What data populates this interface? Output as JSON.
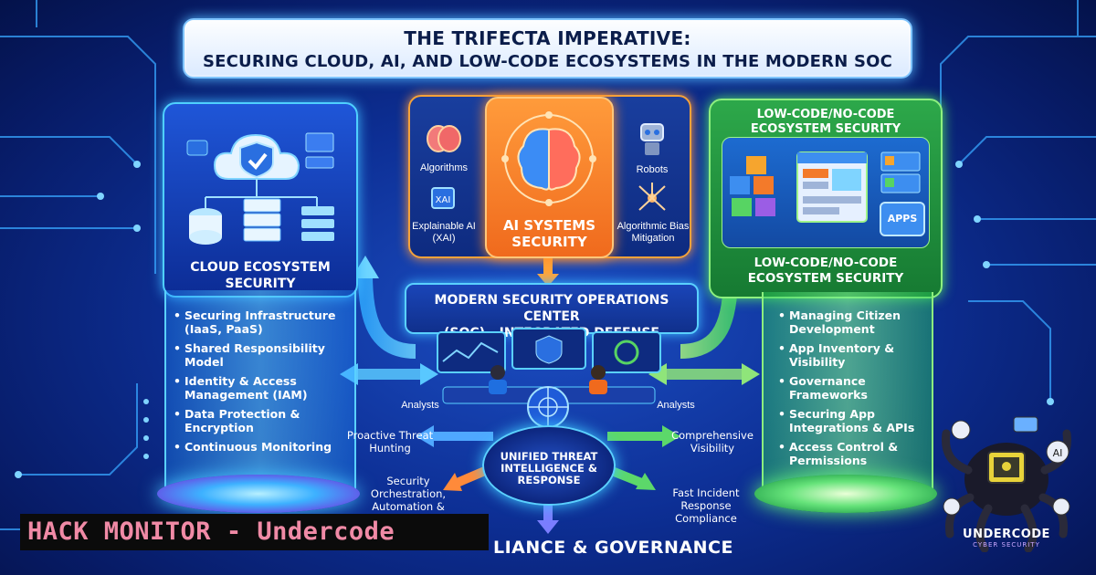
{
  "title": {
    "line1": "THE TRIFECTA IMPERATIVE:",
    "line2": "SECURING CLOUD, AI, AND LOW-CODE ECOSYSTEMS IN THE MODERN SOC"
  },
  "cloud": {
    "title_line1": "CLOUD ECOSYSTEM",
    "title_line2": "SECURITY",
    "bullets": [
      "Securing Infrastructure (IaaS, PaaS)",
      "Shared Responsibility Model",
      "Identity & Access Management (IAM)",
      "Data Protection & Encryption",
      "Continuous Monitoring"
    ]
  },
  "ai": {
    "center_line1": "AI SYSTEMS",
    "center_line2": "SECURITY",
    "labels": {
      "algorithms": "Algorithms",
      "explainable": "Explainable AI (XAI)",
      "robots": "Robots",
      "bias": "Algorithmic Bias Mitigation"
    }
  },
  "lowcode": {
    "top_title_line1": "LOW-CODE/NO-CODE",
    "top_title_line2": "ECOSYSTEM SECURITY",
    "apps_label": "APPS",
    "title_line1": "LOW-CODE/NO-CODE",
    "title_line2": "ECOSYSTEM SECURITY",
    "bullets": [
      "Managing Citizen Development",
      "App Inventory & Visibility",
      "Governance Frameworks",
      "Securing App Integrations & APIs",
      "Access Control & Permissions"
    ]
  },
  "soc": {
    "line1": "MODERN SECURITY OPERATIONS CENTER",
    "line2": "(SOC) - INTEGRATED DEFENSE",
    "analysts_left": "Analysts",
    "analysts_right": "Analysts"
  },
  "unified": {
    "line1": "UNIFIED THREAT",
    "line2": "INTELLIGENCE &",
    "line3": "RESPONSE"
  },
  "outputs": {
    "proactive": "Proactive Threat Hunting",
    "comprehensive": "Comprehensive Visibility",
    "orchestration": "Security Orchestration, Automation &",
    "incident": "Fast Incident Response Compliance"
  },
  "footer": {
    "governance": "LIANCE & GOVERNANCE",
    "banner": "HACK MONITOR - Undercode",
    "logo_text": "UNDERCODE",
    "logo_sub": "CYBER SECURITY"
  },
  "colors": {
    "background": "#0d2f95",
    "cloud_border": "#4fd0ff",
    "ai_orange": "#f06a1d",
    "lowcode_green": "#2da84a",
    "banner_text": "#f08aa6"
  }
}
